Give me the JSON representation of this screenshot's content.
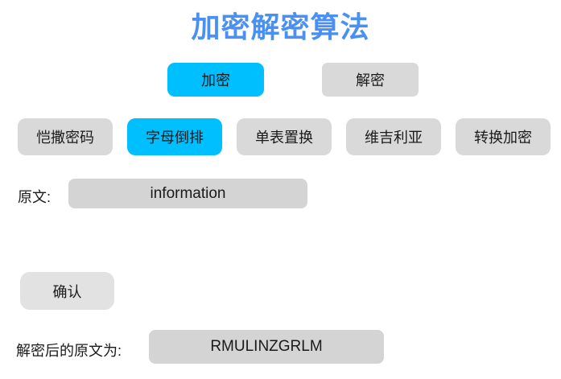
{
  "app": {
    "title": "加密解密算法"
  },
  "colors": {
    "title_blue": "#4a90f2",
    "active_cyan": "#00bfff",
    "button_gray": "#d9d9d9",
    "confirm_gray": "#e2e2e2",
    "field_gray": "#d4d4d4",
    "text": "#1a1a1a",
    "background": "#ffffff"
  },
  "mode_tabs": [
    {
      "label": "加密",
      "active": true
    },
    {
      "label": "解密",
      "active": false
    }
  ],
  "cipher_tabs": [
    {
      "label": "恺撒密码",
      "active": false
    },
    {
      "label": "字母倒排",
      "active": true
    },
    {
      "label": "单表置换",
      "active": false
    },
    {
      "label": "维吉利亚",
      "active": false
    },
    {
      "label": "转换加密",
      "active": false
    }
  ],
  "plaintext": {
    "label": "原文:",
    "value": "information"
  },
  "confirm": {
    "label": "确认"
  },
  "result": {
    "label": "解密后的原文为:",
    "value": "RMULINZGRLM"
  }
}
